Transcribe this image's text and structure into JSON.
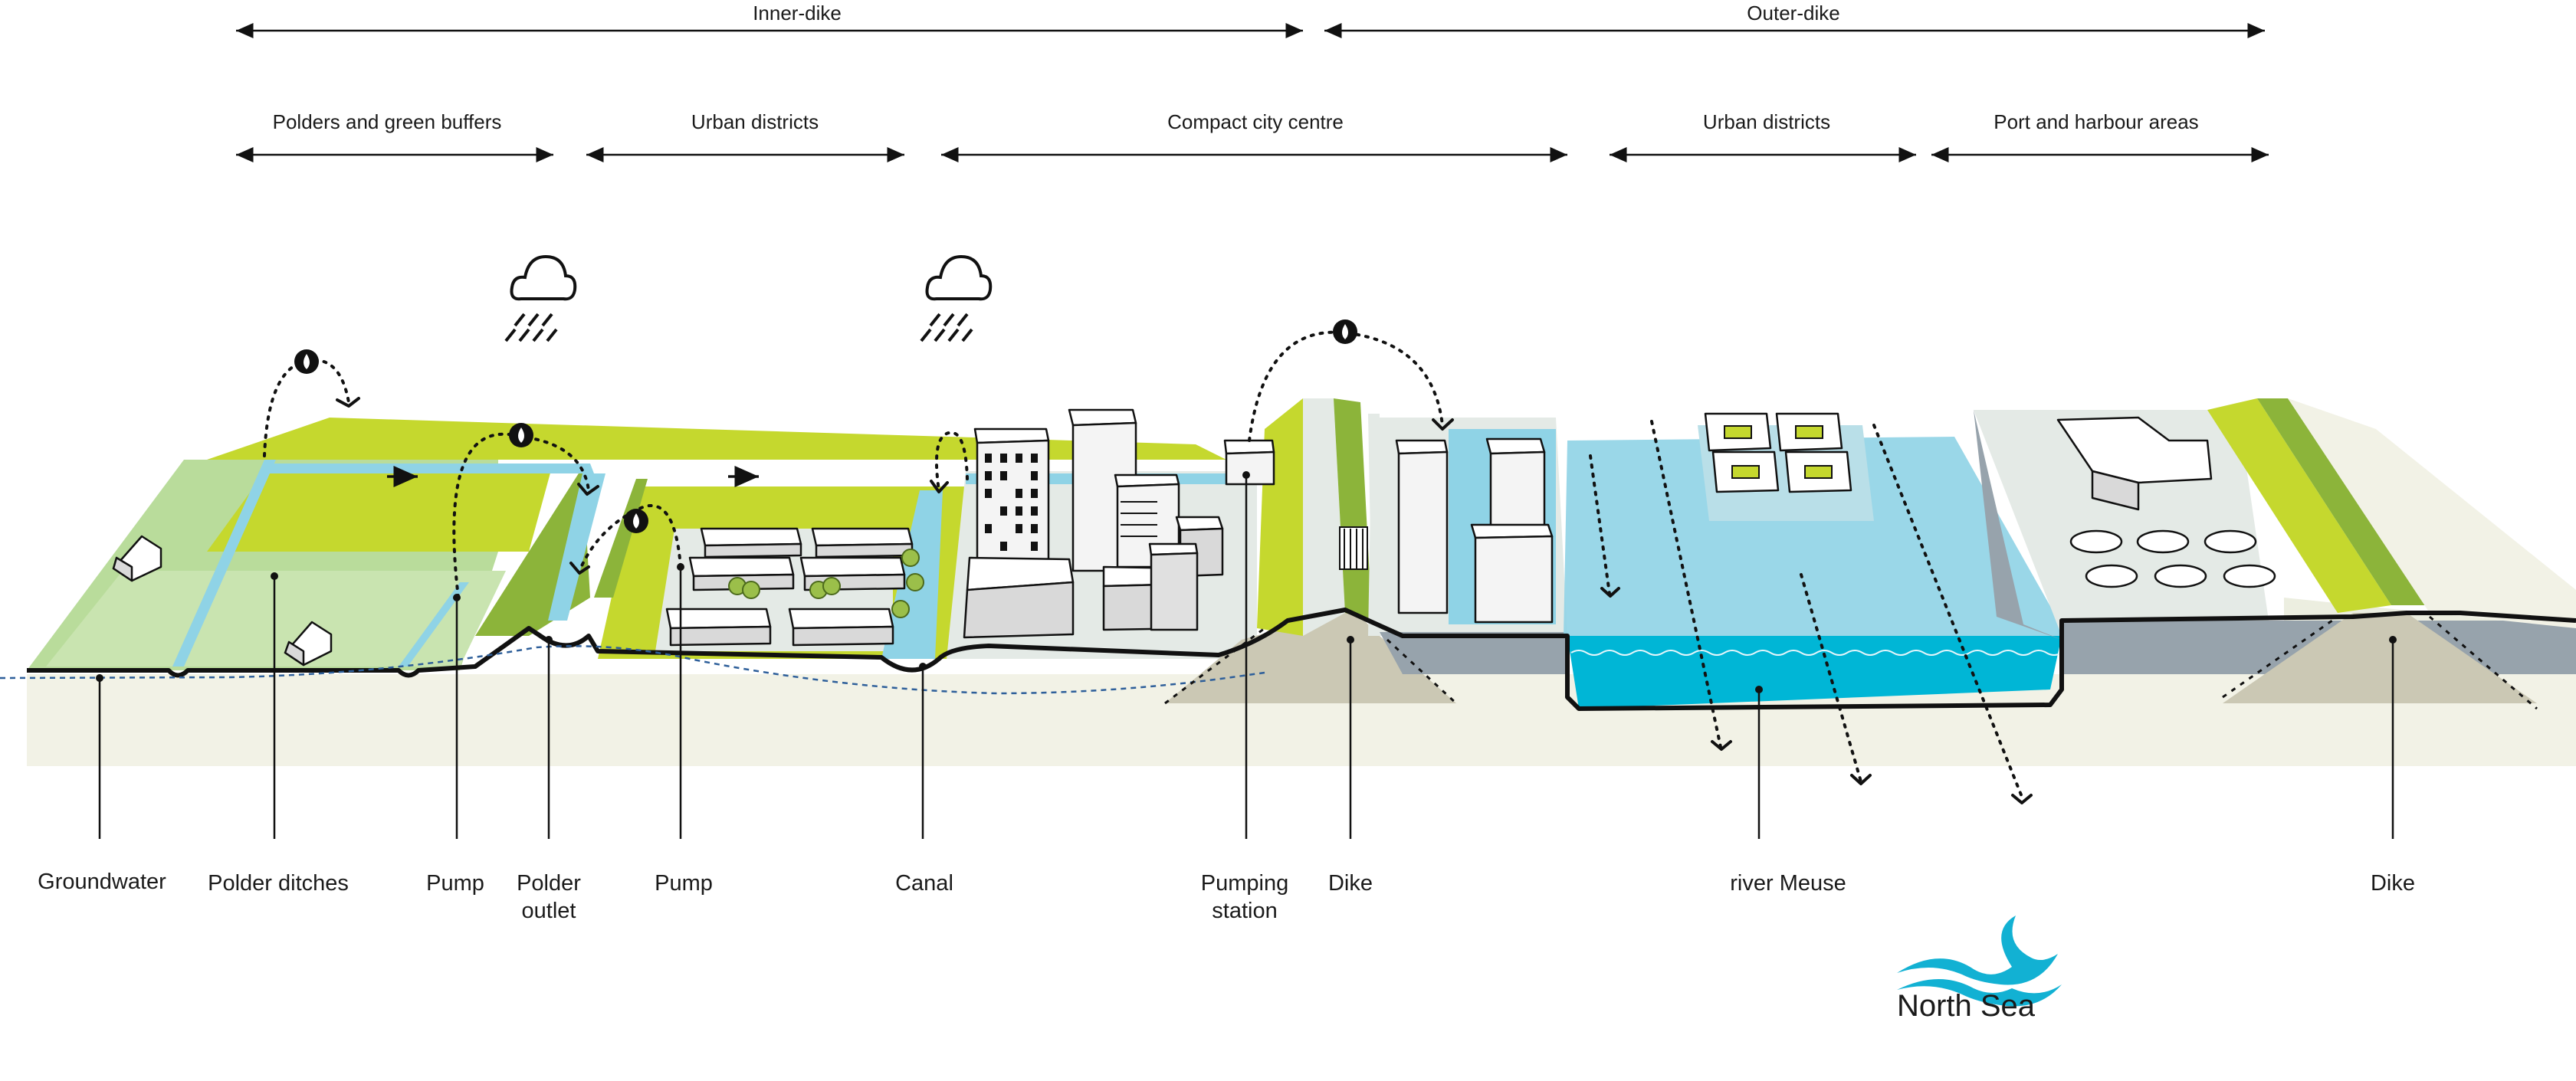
{
  "zones": {
    "inner_dike": "Inner-dike",
    "outer_dike": "Outer-dike",
    "polders": "Polders and green buffers",
    "urban_inner": "Urban districts",
    "compact_centre": "Compact city centre",
    "urban_outer": "Urban districts",
    "port": "Port and harbour areas"
  },
  "labels": {
    "groundwater": "Groundwater",
    "polder_ditches": "Polder ditches",
    "pump_1": "Pump",
    "polder_outlet_1": "Polder",
    "polder_outlet_2": "outlet",
    "pump_2": "Pump",
    "canal": "Canal",
    "pumping_station_1": "Pumping",
    "pumping_station_2": "station",
    "dike_1": "Dike",
    "river_meuse": "river Meuse",
    "dike_2": "Dike"
  },
  "sea": {
    "name": "North Sea"
  },
  "colors": {
    "lime": "#c5d82e",
    "dark_green": "#8cb43a",
    "pale_green": "#b9dc9b",
    "water_light": "#8fd3e6",
    "water_deep": "#00b6d6",
    "ground": "#f2f2e6",
    "dike_ground": "#cbc8b4",
    "outline": "#111111"
  }
}
